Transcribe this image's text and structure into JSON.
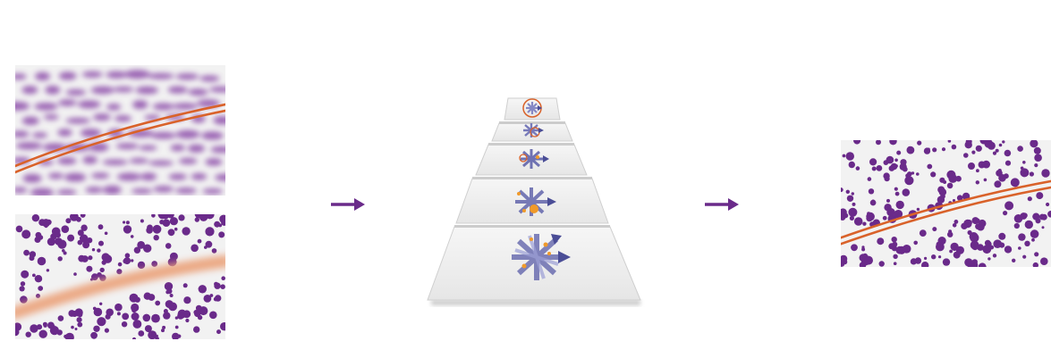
{
  "colors": {
    "purple": "#6a2a8a",
    "purple_light": "#9a68b4",
    "orange": "#d9622a",
    "orange_soft": "#eba27a",
    "navy_arrow": "#4a4d96",
    "layer_fill": "#f0f0f0",
    "accent_orange_dot": "#f09a2a",
    "panel_bg": "#f2f2f2"
  },
  "panels": {
    "left_top": {
      "icon": "blurred-elongated-blobs-with-sharp-orange-line"
    },
    "left_bottom": {
      "icon": "sharp-dots-with-blurred-orange-line"
    },
    "right": {
      "icon": "sharp-dots-with-sharp-orange-line"
    }
  },
  "arrows": [
    {
      "icon": "right-arrow-icon"
    },
    {
      "icon": "right-arrow-icon"
    }
  ],
  "pyramid": {
    "layers": 5,
    "icon": "multi-scale-pyramid-with-directional-arrows"
  }
}
